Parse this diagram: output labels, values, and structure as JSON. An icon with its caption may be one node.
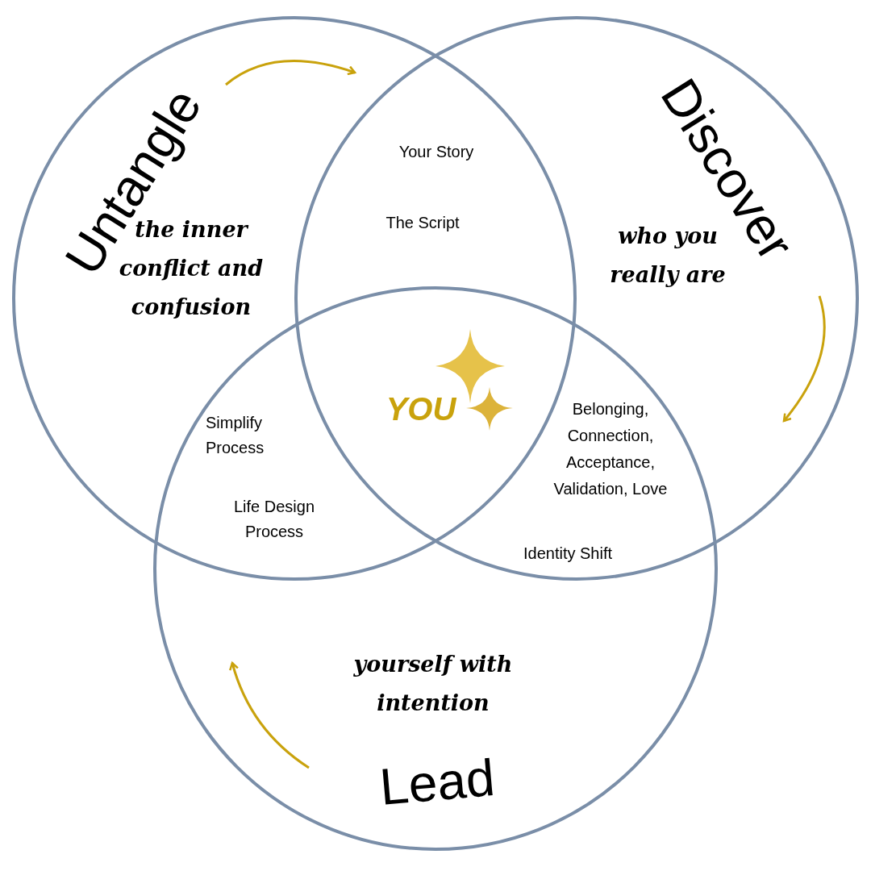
{
  "diagram": {
    "nodes": [
      {
        "text": [
          "Untangle",
          "the inner conflict and confusion"
        ]
      },
      {
        "text": [
          "Discover",
          "who you really are"
        ]
      },
      {
        "text": [
          "yourself with intention",
          "Lead"
        ]
      }
    ],
    "labels": [
      "Your Story",
      "The Script",
      "YOU",
      "Simplify Process",
      "Life Design Process",
      "Belonging, Connection, Acceptance, Validation, Love",
      "Identity Shift"
    ]
  }
}
